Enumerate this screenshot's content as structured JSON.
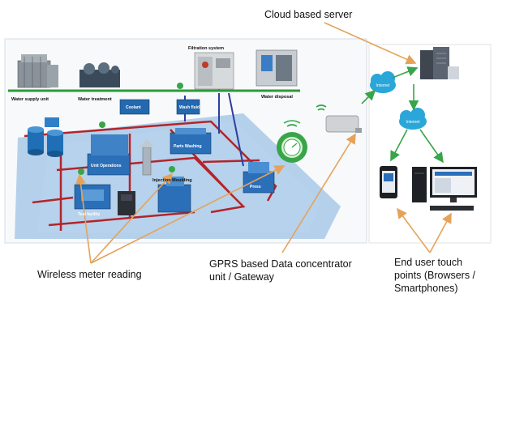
{
  "callouts": {
    "cloud_server": "Cloud based server",
    "wireless_meter": "Wireless meter reading",
    "gateway_line1": "GPRS based Data concentrator",
    "gateway_line2": "unit / Gateway",
    "end_user_line1": "End user touch",
    "end_user_line2": "points (Browsers /",
    "end_user_line3": "Smartphones)"
  },
  "plant_labels": {
    "water_supply": "Water supply unit",
    "water_treatment": "Water treatment",
    "filtration": "Filtration system",
    "water_disposal": "Water disposal",
    "coolant": "Coolant",
    "wash_fluid": "Wash fluid",
    "parts_washing": "Parts Washing",
    "unit_operations": "Unit Operations",
    "injection_moulding": "Injection Moulding",
    "test_facility": "Test facility",
    "press": "Press"
  },
  "network_labels": {
    "internet_1": "Internet",
    "internet_2": "Internet"
  },
  "colors": {
    "callout_line": "#e5a35a",
    "water_pipe": "#2e9a3a",
    "process_pipe": "#b3242a",
    "cloud": "#2aa6d9",
    "arrow_green": "#37a548",
    "floor": "#a9c9e6"
  }
}
